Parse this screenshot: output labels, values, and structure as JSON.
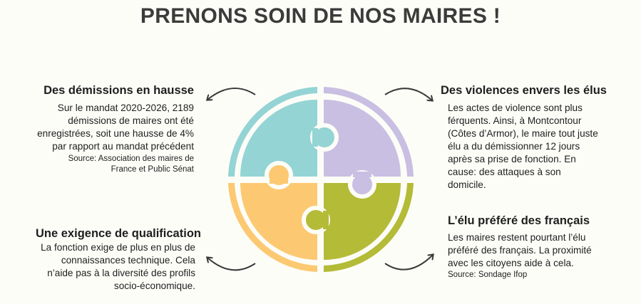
{
  "title": "PRENONS SOIN DE NOS MAIRES !",
  "colors": {
    "teal": "#94d4d5",
    "lavender": "#c9bfe2",
    "yellow": "#fcc972",
    "green": "#b4bb37",
    "arrow": "#3a3a3a"
  },
  "blocks": {
    "top_left": {
      "heading": "Des démissions en hausse",
      "body": "Sur le mandat 2020-2026, 2189 démissions de maires ont été enregistrées, soit une hausse de 4% par rapport au mandat précédent",
      "source": "Source: Association des maires de France et Public Sénat"
    },
    "top_right": {
      "heading": "Des violences envers les élus",
      "body": "Les actes de violence sont plus férquents. Ainsi, à Montcontour (Côtes d’Armor), le maire tout juste élu a du démissionner 12 jours après sa prise de fonction. En cause: des attaques à son domicile."
    },
    "bottom_left": {
      "heading": "Une exigence de qualification",
      "body": "La fonction exige de plus en plus de connaissances technique. Cela n’aide pas à la diversité des profils socio-économique."
    },
    "bottom_right": {
      "heading": "L’élu préféré des français",
      "body": "Les maires restent pourtant l’élu préféré des français. La proximité avec les citoyens aide à cela.",
      "source": "Source: Sondage Ifop"
    }
  }
}
